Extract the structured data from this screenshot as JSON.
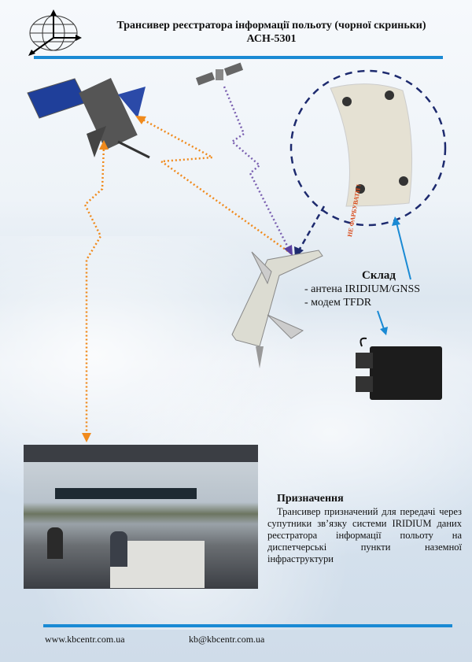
{
  "header": {
    "title_line1": "Трансивер реєстратора інформації польоту (чорної скриньки)",
    "title_line2": "АСН-5301"
  },
  "antenna_label": "НЕ ФАРБУВАТИ !",
  "composition": {
    "title": "Склад",
    "items": [
      "- антена IRIDIUM/GNSS",
      "- модем TFDR"
    ]
  },
  "purpose": {
    "title": "Призначення",
    "text": "Трансивер призначений для передачі через супутники зв’язку системи IRIDIUM даних реєстратора інформації польоту на диспетчерські пункти наземної інфраструктури"
  },
  "footer": {
    "website": "www.kbcentr.com.ua",
    "email": "kb@kbcentr.com.ua"
  },
  "colors": {
    "accent": "#1a8ad4",
    "orange": "#f08a1c",
    "purple": "#7a5fb0",
    "navy": "#1d2a6e"
  }
}
